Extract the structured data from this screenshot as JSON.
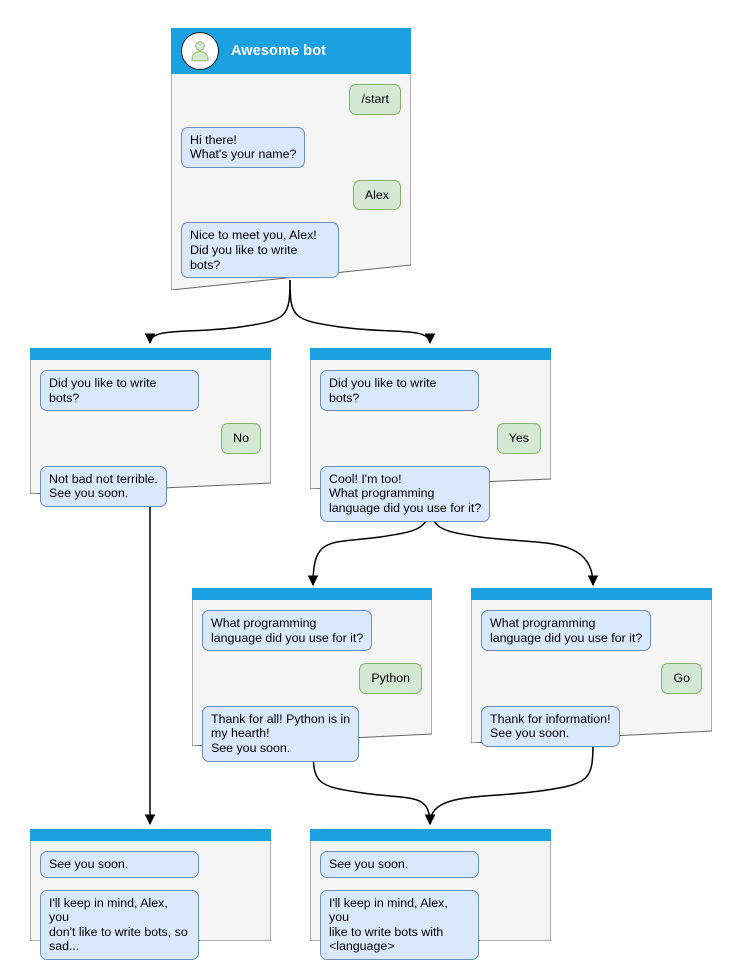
{
  "page": {
    "title": "Awesome bot conversation flow",
    "background": "#ffffff",
    "accent": "#1ba1e2",
    "bot_bubble_fill": "#dae8fc",
    "bot_bubble_border": "#6c8ebf",
    "user_bubble_fill": "#d5e8d4",
    "user_bubble_border": "#82b366",
    "card_fill": "#f5f5f5",
    "card_border": "#666666"
  },
  "nodes": [
    {
      "id": "start",
      "header": {
        "type": "full",
        "avatar_icon": "person-avatar-icon",
        "title": "Awesome bot"
      },
      "messages": [
        {
          "from": "user",
          "text": "/start"
        },
        {
          "from": "bot",
          "text": "Hi there!\nWhat's your name?"
        },
        {
          "from": "user",
          "text": "Alex"
        },
        {
          "from": "bot",
          "text": "Nice to meet you, Alex!\nDid you like to write bots?"
        }
      ]
    },
    {
      "id": "answer-no",
      "header": {
        "type": "slim"
      },
      "messages": [
        {
          "from": "bot",
          "text": "Did you like to write bots?"
        },
        {
          "from": "user",
          "text": "No"
        },
        {
          "from": "bot",
          "text": "Not bad not terrible.\nSee you soon."
        }
      ]
    },
    {
      "id": "answer-yes",
      "header": {
        "type": "slim"
      },
      "messages": [
        {
          "from": "bot",
          "text": "Did you like to write bots?"
        },
        {
          "from": "user",
          "text": "Yes"
        },
        {
          "from": "bot",
          "text": "Cool! I'm too!\nWhat programming\nlanguage did you use for it?"
        }
      ]
    },
    {
      "id": "language-python",
      "header": {
        "type": "slim"
      },
      "messages": [
        {
          "from": "bot",
          "text": "What programming\nlanguage did you use for it?"
        },
        {
          "from": "user",
          "text": "Python"
        },
        {
          "from": "bot",
          "text": "Thank for all! Python is in\nmy hearth!\nSee you soon."
        }
      ]
    },
    {
      "id": "language-go",
      "header": {
        "type": "slim"
      },
      "messages": [
        {
          "from": "bot",
          "text": "What programming\nlanguage did you use for it?"
        },
        {
          "from": "user",
          "text": "Go"
        },
        {
          "from": "bot",
          "text": "Thank for information!\nSee you soon."
        }
      ]
    },
    {
      "id": "end-sad",
      "header": {
        "type": "slim"
      },
      "messages": [
        {
          "from": "bot",
          "text": "See you soon."
        },
        {
          "from": "bot",
          "text": "I'll keep in mind, Alex, you\ndon't like to write bots, so\nsad..."
        }
      ]
    },
    {
      "id": "end-happy",
      "header": {
        "type": "slim"
      },
      "messages": [
        {
          "from": "bot",
          "text": "See you soon."
        },
        {
          "from": "bot",
          "text": "I'll keep in mind, Alex, you\nlike to write bots with\n<language>"
        }
      ]
    }
  ]
}
